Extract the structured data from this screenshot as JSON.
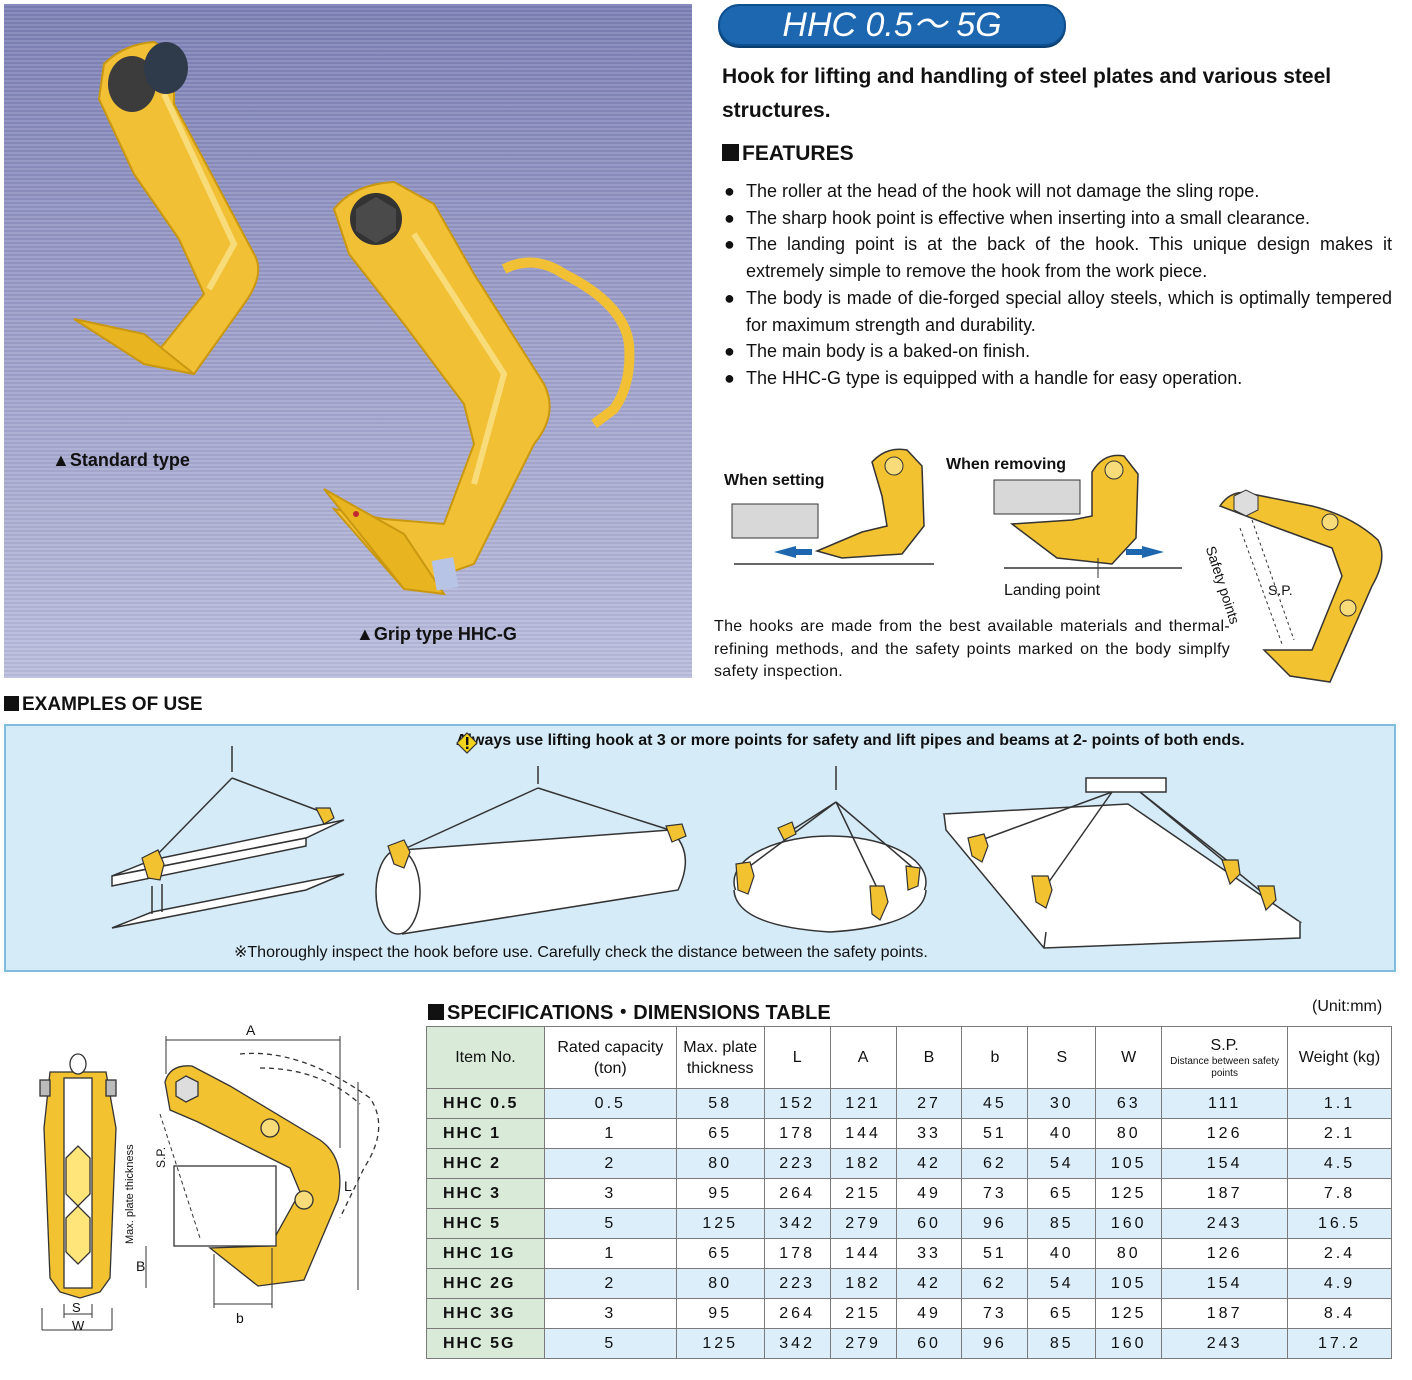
{
  "header": {
    "title": "HHC 0.5～ 5G"
  },
  "intro": "Hook for lifting and handling of steel plates and various steel structures.",
  "photo": {
    "caption_standard": "▲Standard type",
    "caption_grip": "▲Grip type HHC-G"
  },
  "features": {
    "heading": "FEATURES",
    "items": [
      "The roller at the head of the hook will not damage the sling rope.",
      "The sharp hook point is effective when inserting into a small clearance.",
      "The landing point is at the back of the hook.   This unique design makes it extremely simple to remove the hook from the work piece.",
      "The body is made of die-forged special alloy steels, which is optimally tempered for maximum strength and durability.",
      "The main body is a baked-on finish.",
      "The HHC-G type is equipped with a handle for easy operation."
    ]
  },
  "diagram": {
    "when_setting": "When setting",
    "when_removing": "When removing",
    "landing_point": "Landing point",
    "safety_points": "Safety points",
    "sp": "S.P.",
    "note": "The hooks are made from the best available materials and thermal-refining methods, and the safety points marked on the body simplfy safety inspection."
  },
  "examples": {
    "heading": "EXAMPLES OF USE",
    "warning": "Always use lifting hook at 3 or more points for safety and lift pipes and beams at 2- points of both ends.",
    "inspect": "※Thoroughly inspect the hook before use.   Carefully check the distance between the safety points."
  },
  "specs": {
    "heading": "SPECIFICATIONS・DIMENSIONS TABLE",
    "unit": "(Unit:mm)",
    "headers": [
      "Item No.",
      "Rated capacity (ton)",
      "Max. plate thickness",
      "L",
      "A",
      "B",
      "b",
      "S",
      "W",
      "S.P.",
      "Weight (kg)"
    ],
    "sp_sub": "Distance between safety points",
    "rows": [
      [
        "HHC 0.5",
        "0.5",
        "58",
        "152",
        "121",
        "27",
        "45",
        "30",
        "63",
        "111",
        "1.1"
      ],
      [
        "HHC 1",
        "1",
        "65",
        "178",
        "144",
        "33",
        "51",
        "40",
        "80",
        "126",
        "2.1"
      ],
      [
        "HHC 2",
        "2",
        "80",
        "223",
        "182",
        "42",
        "62",
        "54",
        "105",
        "154",
        "4.5"
      ],
      [
        "HHC 3",
        "3",
        "95",
        "264",
        "215",
        "49",
        "73",
        "65",
        "125",
        "187",
        "7.8"
      ],
      [
        "HHC 5",
        "5",
        "125",
        "342",
        "279",
        "60",
        "96",
        "85",
        "160",
        "243",
        "16.5"
      ],
      [
        "HHC 1G",
        "1",
        "65",
        "178",
        "144",
        "33",
        "51",
        "40",
        "80",
        "126",
        "2.4"
      ],
      [
        "HHC 2G",
        "2",
        "80",
        "223",
        "182",
        "42",
        "62",
        "54",
        "105",
        "154",
        "4.9"
      ],
      [
        "HHC 3G",
        "3",
        "95",
        "264",
        "215",
        "49",
        "73",
        "65",
        "125",
        "187",
        "8.4"
      ],
      [
        "HHC 5G",
        "5",
        "125",
        "342",
        "279",
        "60",
        "96",
        "85",
        "160",
        "243",
        "17.2"
      ]
    ]
  },
  "dimensions": {
    "A": "A",
    "L": "L",
    "B": "B",
    "b": "b",
    "S": "S",
    "W": "W",
    "SP": "S.P.",
    "max_plate": "Max. plate thickness"
  },
  "colors": {
    "accent": "#1c67b0",
    "hook_yellow": "#f2c230",
    "box_blue": "#d5ebf8"
  }
}
